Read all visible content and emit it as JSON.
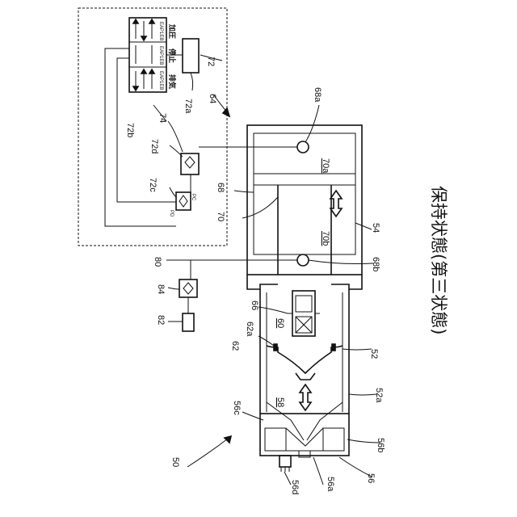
{
  "caption": "保持状態(第三状態)",
  "labels": {
    "n50": "50",
    "n52": "52",
    "n52a": "52a",
    "n54": "54",
    "n56": "56",
    "n56a": "56a",
    "n56b": "56b",
    "n56c": "56c",
    "n56d": "56d",
    "n58": "58",
    "n60": "60",
    "n62": "62",
    "n62a": "62a",
    "n64": "64",
    "n66": "66",
    "n68": "68",
    "n68a": "68a",
    "n68b": "68b",
    "n70": "70",
    "n70a": "70a",
    "n70b": "70b",
    "n72": "72",
    "n72a": "72a",
    "n72b": "72b",
    "n72c": "72c",
    "n72d": "72d",
    "n74": "74",
    "n80": "80",
    "n82": "82",
    "n84": "84"
  },
  "valve_states": {
    "exhaust": "排気",
    "stop": "停止",
    "pressurize": "加圧"
  },
  "valve_ports": {
    "port_group": "EAP1EB"
  },
  "regulator_ports": {
    "pd": "PD",
    "pc": "PC"
  }
}
